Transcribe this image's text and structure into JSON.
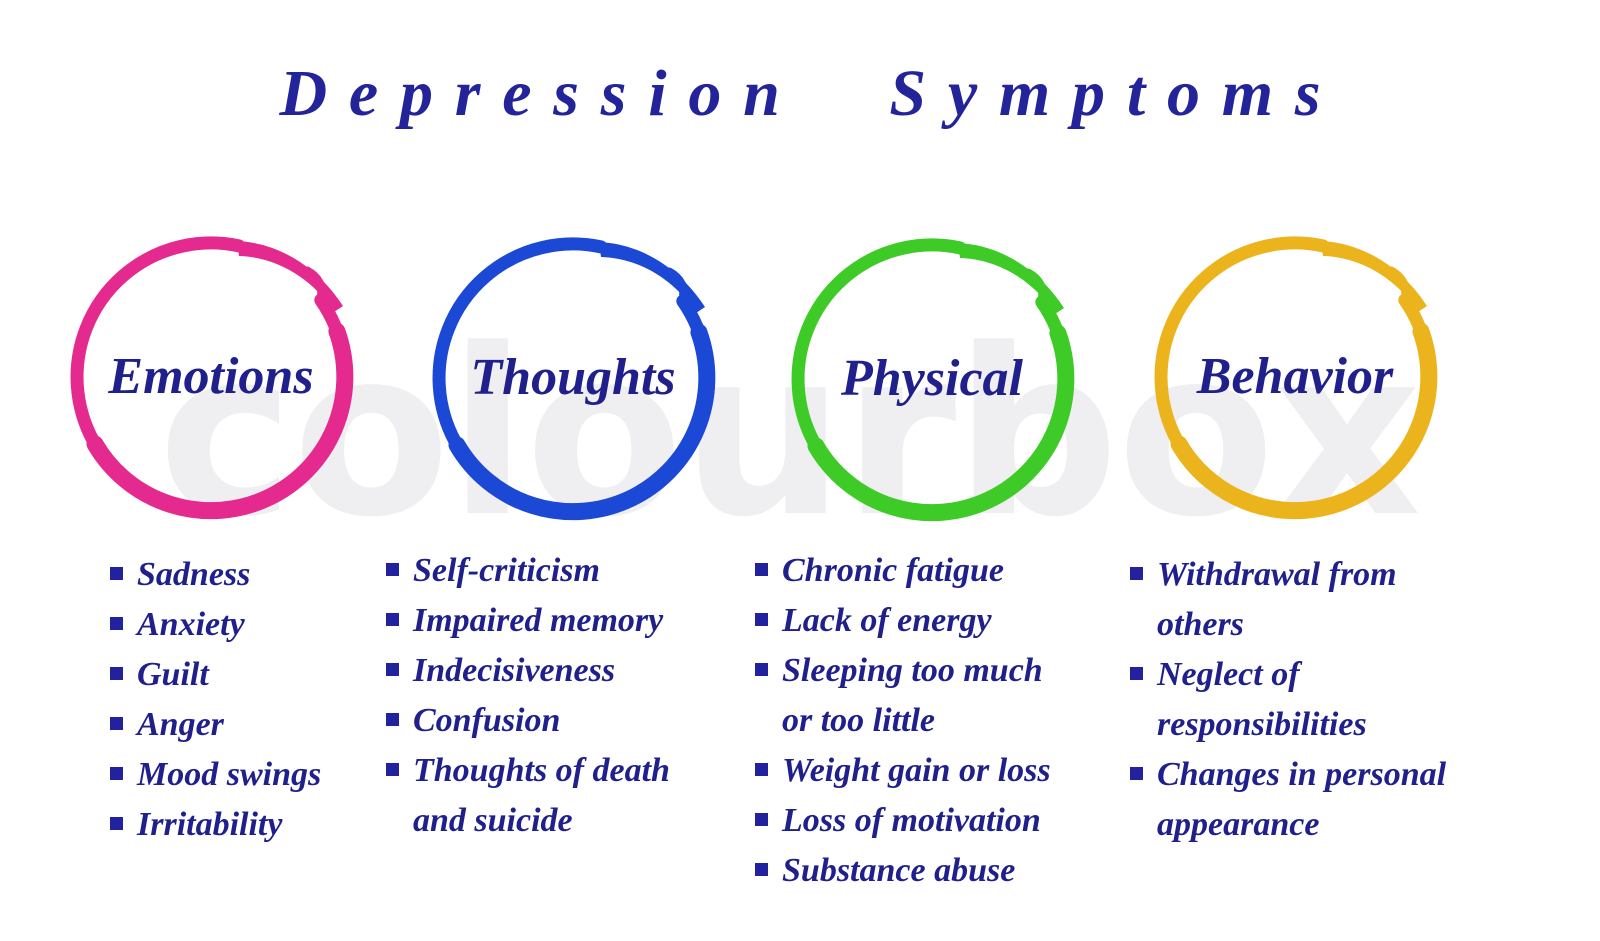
{
  "title": "Depression Symptoms",
  "watermark": "colourbox",
  "colors": {
    "navy_text": "#20208c",
    "bullet": "#22229e",
    "emotions_pink": "#e42a8e",
    "thoughts_blue": "#1b49d6",
    "physical_green": "#3ecb27",
    "behavior_gold": "#ebb41d"
  },
  "categories": [
    {
      "label": "Emotions",
      "color": "#e42a8e",
      "items": [
        "Sadness",
        "Anxiety",
        "Guilt",
        "Anger",
        "Mood swings",
        "Irritability"
      ]
    },
    {
      "label": "Thoughts",
      "color": "#1b49d6",
      "items": [
        "Self-criticism",
        "Impaired memory",
        "Indecisiveness",
        "Confusion",
        "Thoughts of death\nand suicide"
      ]
    },
    {
      "label": "Physical",
      "color": "#3ecb27",
      "items": [
        "Chronic fatigue",
        "Lack of energy",
        "Sleeping too much\nor too little",
        "Weight gain or loss",
        "Loss of motivation",
        "Substance abuse"
      ]
    },
    {
      "label": "Behavior",
      "color": "#ebb41d",
      "items": [
        "Withdrawal from\nothers",
        "Neglect of\nresponsibilities",
        "Changes in personal\nappearance"
      ]
    }
  ]
}
